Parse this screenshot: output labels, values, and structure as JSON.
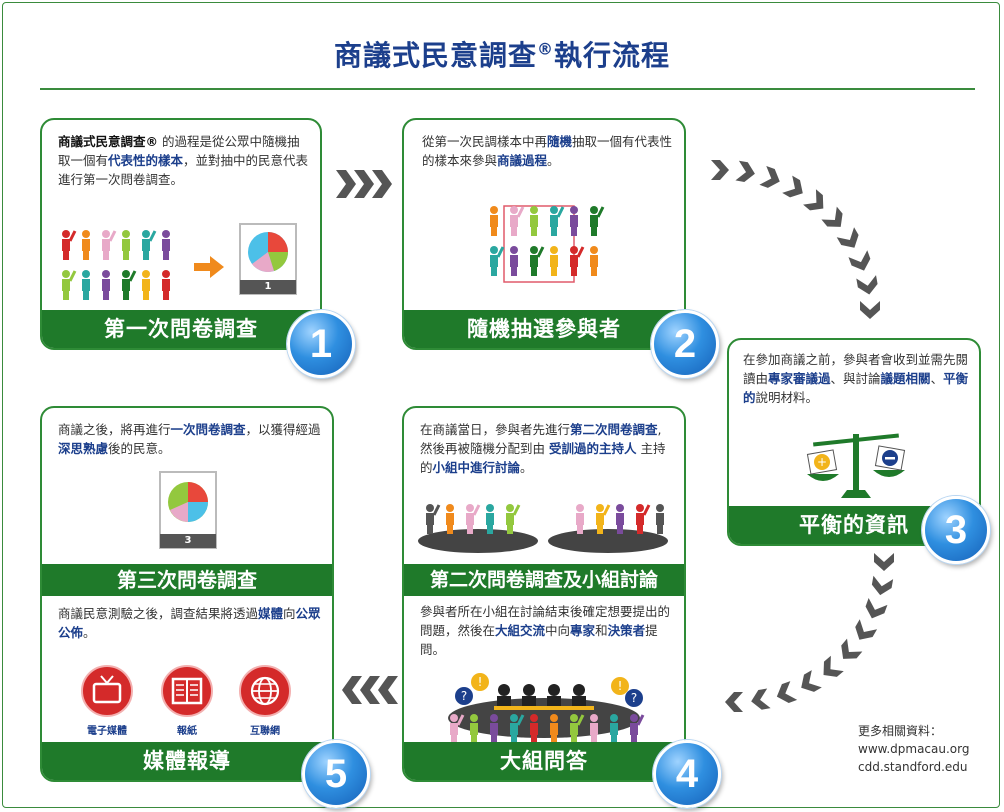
{
  "title": {
    "text": "商議式民意調查",
    "mark": "®",
    "suffix": "執行流程"
  },
  "steps": [
    {
      "id": 1,
      "number": "1",
      "label": "第一次問卷調查",
      "desc_parts": [
        {
          "t": "商議式民意調查®",
          "b": "k"
        },
        {
          "t": " 的過程是從公眾中隨機抽取一個有"
        },
        {
          "t": "代表性的樣本",
          "b": "y"
        },
        {
          "t": "，並對抽中的民意代表進行第一次問卷調查。"
        }
      ],
      "sheet_number": "1"
    },
    {
      "id": 2,
      "number": "2",
      "label": "隨機抽選參與者",
      "desc_parts": [
        {
          "t": "從第一次民調樣本中再"
        },
        {
          "t": "隨機",
          "b": "y"
        },
        {
          "t": "抽取一個有代表性的樣本來參與"
        },
        {
          "t": "商議過程",
          "b": "y"
        },
        {
          "t": "。"
        }
      ]
    },
    {
      "id": 3,
      "number": "3",
      "label": "平衡的資訊",
      "desc_parts": [
        {
          "t": "在參加商議之前，參與者會收到並需先閱讀由"
        },
        {
          "t": "專家審議過",
          "b": "y"
        },
        {
          "t": "、與討論"
        },
        {
          "t": "議題相關",
          "b": "y"
        },
        {
          "t": "、"
        },
        {
          "t": "平衡的",
          "b": "y"
        },
        {
          "t": "說明材料。"
        }
      ]
    },
    {
      "id": 4,
      "number": "4",
      "label": "大組問答",
      "mid_label": "第二次問卷調查及小組討論",
      "desc_parts": [
        {
          "t": "在商議當日，參與者先進行"
        },
        {
          "t": "第二次問卷調查",
          "b": "y"
        },
        {
          "t": ", 然後再被隨機分配到由 "
        },
        {
          "t": "受訓過的主持人",
          "b": "y"
        },
        {
          "t": " 主持的"
        },
        {
          "t": "小組中進行討論",
          "b": "y"
        },
        {
          "t": "。"
        }
      ],
      "desc2_parts": [
        {
          "t": "參與者所在小組在討論結束後確定想要提出的問題，然後在"
        },
        {
          "t": "大組交流",
          "b": "y"
        },
        {
          "t": "中向"
        },
        {
          "t": "專家",
          "b": "y"
        },
        {
          "t": "和"
        },
        {
          "t": "決策者",
          "b": "y"
        },
        {
          "t": "提問。"
        }
      ]
    },
    {
      "id": 5,
      "number": "5",
      "label": "媒體報導",
      "mid_label": "第三次問卷調查",
      "desc_parts": [
        {
          "t": "商議之後，將再進行"
        },
        {
          "t": "一次問卷調查",
          "b": "y"
        },
        {
          "t": "，以獲得經過"
        },
        {
          "t": "深思熟慮",
          "b": "y"
        },
        {
          "t": "後的民意。"
        }
      ],
      "desc2_parts": [
        {
          "t": "商議民意測驗之後，調查結果將透過"
        },
        {
          "t": "媒體",
          "b": "y"
        },
        {
          "t": "向"
        },
        {
          "t": "公眾公佈",
          "b": "y"
        },
        {
          "t": "。"
        }
      ],
      "sheet_number": "3",
      "media": [
        "電子媒體",
        "報紙",
        "互聯網"
      ]
    }
  ],
  "more_info": {
    "label": "更多相關資料：",
    "links": [
      "www.dpmacau.org",
      "cdd.standford.edu"
    ]
  },
  "colors": {
    "green": "#1f7a2a",
    "navy": "#1c3f8c",
    "chevron": "#555555",
    "badge": "#2f8fe0",
    "media_red": "#d42a2a"
  },
  "icons": [
    "people-icon",
    "survey-sheet-icon",
    "arrow-icon",
    "scale-icon",
    "tv-icon",
    "newspaper-icon",
    "globe-icon",
    "chevron-icon",
    "discussion-table-icon"
  ]
}
